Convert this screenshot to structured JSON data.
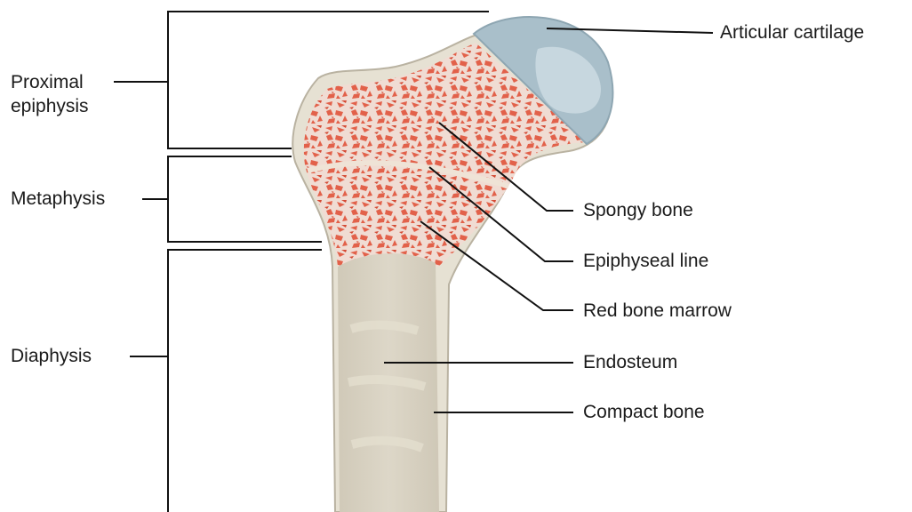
{
  "labels": {
    "articular_cartilage": "Articular cartilage",
    "proximal_epiphysis_line1": "Proximal",
    "proximal_epiphysis_line2": "epiphysis",
    "metaphysis": "Metaphysis",
    "diaphysis": "Diaphysis",
    "spongy_bone": "Spongy bone",
    "epiphyseal_line": "Epiphyseal line",
    "red_bone_marrow": "Red bone marrow",
    "endosteum": "Endosteum",
    "compact_bone": "Compact bone"
  },
  "colors": {
    "bone_outer": "#e6e1d3",
    "bone_outline": "#b9b2a1",
    "marrow_red": "#e2614a",
    "cartilage": "#a9bfca",
    "cartilage_highlight": "#c7d7df",
    "medullary_cavity": "#d6cfbe",
    "leader_line": "#111111"
  }
}
